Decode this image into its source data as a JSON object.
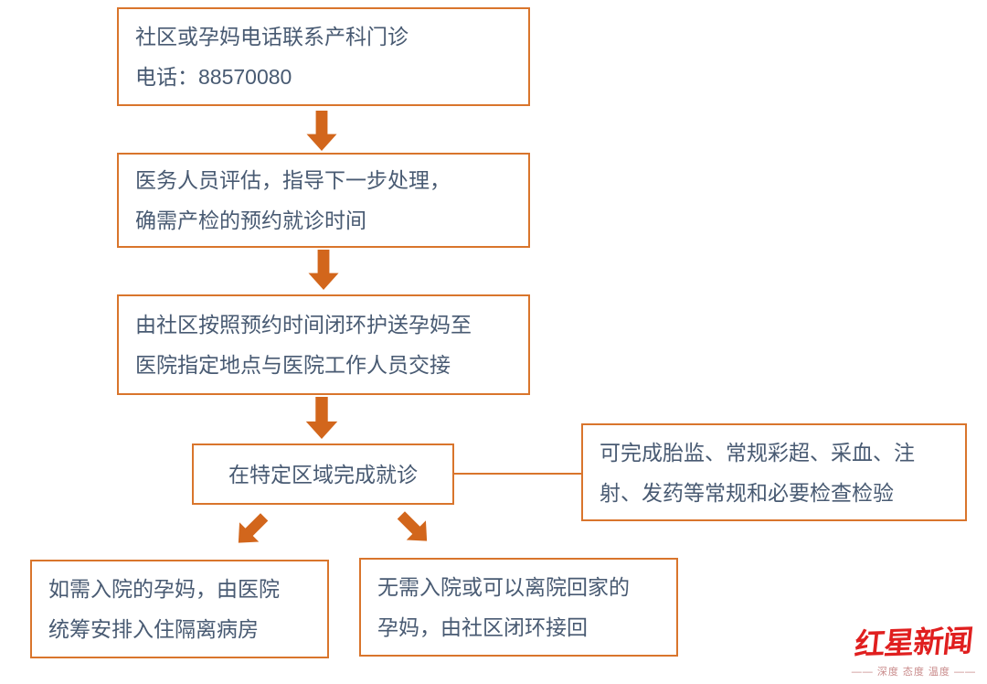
{
  "colors": {
    "box_border": "#d9752c",
    "arrow": "#d2661c",
    "text": "#485a72",
    "logo_red": "#e01f1f",
    "tagline_red": "#c98b8b"
  },
  "flow": {
    "contact": {
      "lines": [
        "社区或孕妈电话联系产科门诊",
        "电话：88570080"
      ],
      "phone": "88570080"
    },
    "assessment": {
      "lines": [
        "医务人员评估，指导下一步处理，",
        "确需产检的预约就诊时间"
      ]
    },
    "transfer": {
      "lines": [
        "由社区按照预约时间闭环护送孕妈至",
        "医院指定地点与医院工作人员交接"
      ]
    },
    "visit": {
      "lines": [
        "在特定区域完成就诊"
      ]
    },
    "services": {
      "lines": [
        "可完成胎监、常规彩超、采血、注",
        "射、发药等常规和必要检查检验"
      ]
    },
    "admission": {
      "lines": [
        "如需入院的孕妈，由医院",
        "统筹安排入住隔离病房"
      ]
    },
    "return_home": {
      "lines": [
        "无需入院或可以离院回家的",
        "孕妈，由社区闭环接回"
      ]
    }
  },
  "icons": {
    "down_arrow": "arrow-down-icon",
    "down_left_arrow": "arrow-down-left-icon",
    "down_right_arrow": "arrow-down-right-icon"
  },
  "logo": {
    "name": "红星新闻",
    "tagline": "—— 深度 态度 温度 ——"
  }
}
